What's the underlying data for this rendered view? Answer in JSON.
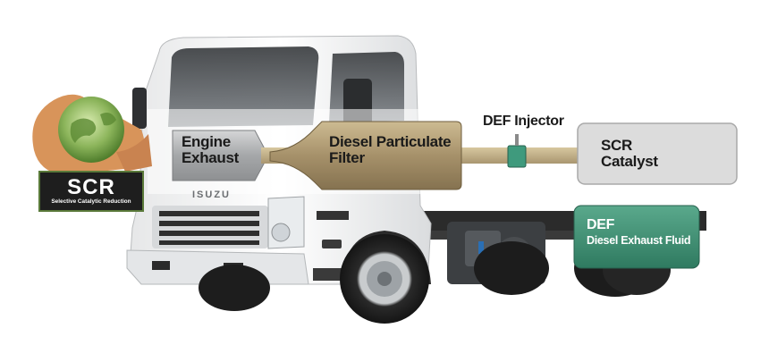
{
  "logo": {
    "title": "SCR",
    "subtitle": "Selective Catalytic Reduction"
  },
  "truck_badge": "ISUZU",
  "components": {
    "engine_exhaust": "Engine\nExhaust",
    "diesel_particulate_filter": "Diesel Particulate\nFilter",
    "def_injector": "DEF Injector",
    "scr_catalyst": "SCR\nCatalyst",
    "def": "DEF",
    "def_full": "Diesel Exhaust Fluid"
  },
  "colors": {
    "pipe": "#bfae85",
    "filter": "#a8936a",
    "injector": "#3f9a7d",
    "def_tank": "#3e8c73",
    "catalyst": "#dcdcdc"
  }
}
